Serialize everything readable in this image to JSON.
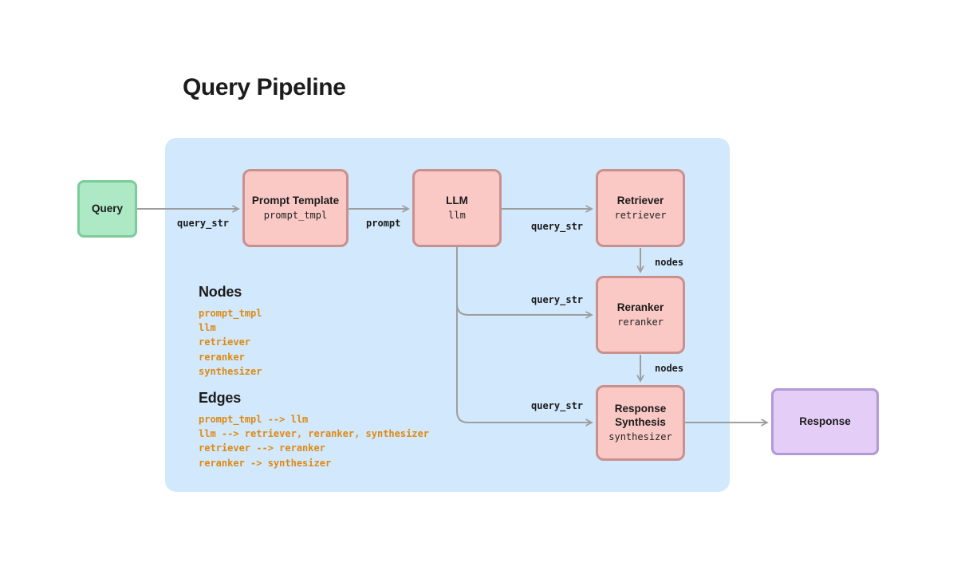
{
  "title": "Query Pipeline",
  "colors": {
    "panel_bg": "#d2e8fc",
    "node_fill": "#fac9c5",
    "node_border": "#c9908e",
    "query_fill": "#aee9c5",
    "query_border": "#7ccb9b",
    "response_fill": "#e4cdf7",
    "response_border": "#b19ad8",
    "arrow": "#9e9e9e",
    "legend_item_orange": "#de8a12"
  },
  "nodes": {
    "query": {
      "label": "Query"
    },
    "prompt_template": {
      "label": "Prompt Template",
      "sub": "prompt_tmpl"
    },
    "llm": {
      "label": "LLM",
      "sub": "llm"
    },
    "retriever": {
      "label": "Retriever",
      "sub": "retriever"
    },
    "reranker": {
      "label": "Reranker",
      "sub": "reranker"
    },
    "response_synthesis": {
      "label": "Response Synthesis",
      "sub": "synthesizer"
    },
    "response": {
      "label": "Response"
    }
  },
  "edge_labels": {
    "query_to_prompt_template": "query_str",
    "prompt_template_to_llm": "prompt",
    "llm_to_retriever": "query_str",
    "retriever_to_reranker": "nodes",
    "llm_to_reranker": "query_str",
    "reranker_to_synthesizer": "nodes",
    "llm_to_synthesizer": "query_str"
  },
  "legend": {
    "nodes_heading": "Nodes",
    "nodes_items": [
      "prompt_tmpl",
      "llm",
      "retriever",
      "reranker",
      "synthesizer"
    ],
    "edges_heading": "Edges",
    "edges_items": [
      "prompt_tmpl --> llm",
      "llm --> retriever, reranker, synthesizer",
      "retriever --> reranker",
      "reranker -> synthesizer"
    ]
  }
}
